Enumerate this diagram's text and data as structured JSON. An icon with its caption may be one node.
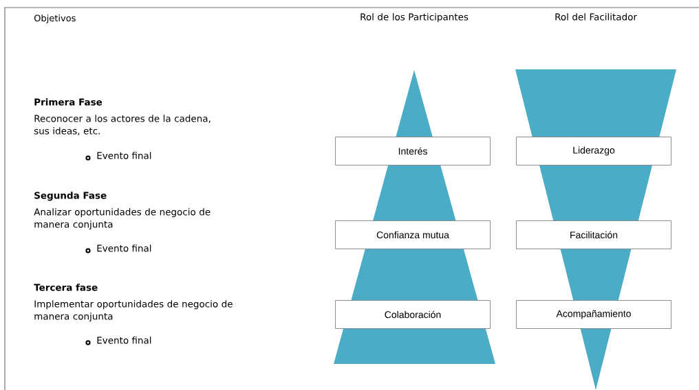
{
  "diagram": {
    "nodes": [
      {
        "text": [
          "Interés"
        ]
      },
      {
        "text": [
          "Liderazgo"
        ]
      },
      {
        "text": [
          "Confianza mutua"
        ]
      },
      {
        "text": [
          "Facilitación"
        ]
      },
      {
        "text": [
          "Colaboración"
        ]
      },
      {
        "text": [
          "Acompañamiento"
        ]
      }
    ],
    "labels": [
      "Objetivos",
      "Rol de los Participantes",
      "Rol del Facilitador",
      "Primera Fase",
      "Reconocer a los actores de la cadena, sus ideas, etc.",
      "Evento final",
      "Segunda Fase",
      "Analizar oportunidades de negocio de manera conjunta",
      "Evento final",
      "Tercera fase",
      "Implementar oportunidades de negocio de manera conjunta",
      "Evento final"
    ]
  }
}
